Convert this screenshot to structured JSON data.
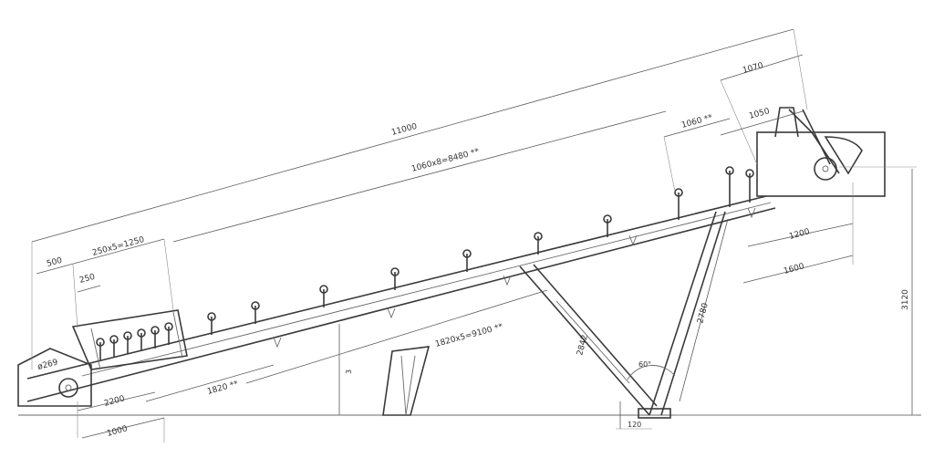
{
  "dimensions": {
    "overall_length": "11000",
    "top_span_1070": "1070",
    "roller_pitch_upper": "1060x8=8480 **",
    "end_1060": "1060 **",
    "end_1050": "1050",
    "pitch_250x5": "250x5=1250",
    "left_500": "500",
    "left_250": "250",
    "dia_269": "ø269",
    "height_1200": "1200",
    "height_1600": "1600",
    "height_3120": "3120",
    "brace_2780": "2780",
    "brace_2842": "2842",
    "return_pitch": "1820x5=9100 **",
    "return_1820": "1820 **",
    "bottom_2200": "2200",
    "bottom_1000": "1000",
    "foot_120": "120",
    "height_3": "3",
    "angle_60": "60°"
  }
}
